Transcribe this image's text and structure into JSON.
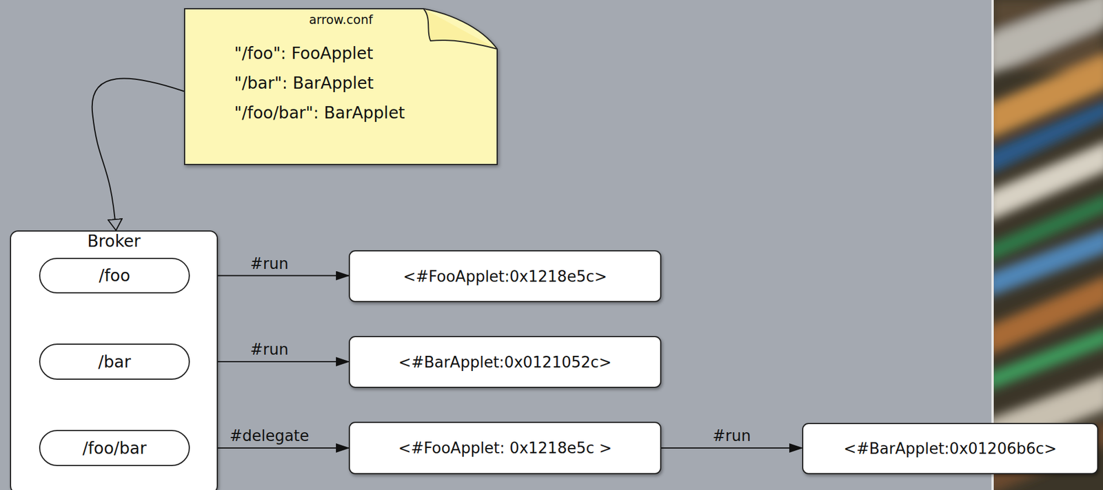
{
  "diagram": {
    "nodes": [
      {
        "text": [
          "arrow.conf",
          "\"/foo\": FooApplet",
          "\"/bar\": BarApplet",
          "\"/foo/bar\": BarApplet"
        ]
      },
      {
        "text": [
          "Broker"
        ]
      },
      {
        "text": [
          "/foo"
        ],
        "in": 1
      },
      {
        "text": [
          "/bar"
        ],
        "in": 1
      },
      {
        "text": [
          "/foo/bar"
        ],
        "in": 1
      },
      {
        "text": [
          "<#FooApplet:0x1218e5c>"
        ]
      },
      {
        "text": [
          "<#BarApplet:0x0121052c>"
        ]
      },
      {
        "text": [
          "<#FooApplet: 0x1218e5c >"
        ]
      },
      {
        "text": [
          "<#BarApplet:0x01206b6c>"
        ]
      }
    ],
    "edges": [
      {
        "from": 0,
        "to": 1,
        "arrow": "to"
      },
      {
        "from": 2,
        "to": 5,
        "label": "#run",
        "arrow": "to"
      },
      {
        "from": 3,
        "to": 6,
        "label": "#run",
        "arrow": "to"
      },
      {
        "from": 4,
        "to": 7,
        "label": "#delegate",
        "arrow": "to"
      },
      {
        "from": 7,
        "to": 8,
        "label": "#run",
        "arrow": "to"
      }
    ]
  }
}
